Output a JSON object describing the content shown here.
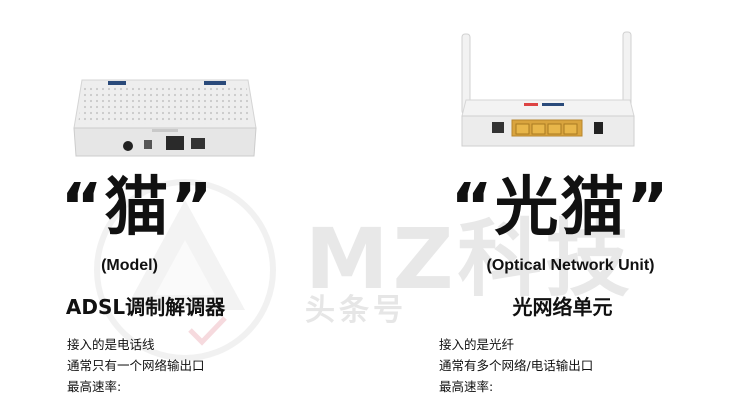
{
  "left": {
    "title": "“猫”",
    "subtitle": "(Model)",
    "cn_name": "ADSL调制解调器",
    "facts": [
      "接入的是电话线",
      "通常只有一个网络输出口",
      "最高速率:"
    ]
  },
  "right": {
    "title": "“光猫”",
    "subtitle": "(Optical Network Unit)",
    "cn_name": "光网络单元",
    "facts": [
      "接入的是光纤",
      "通常有多个网络/电话输出口",
      "最高速率:"
    ]
  },
  "watermark": {
    "main": "MZ科技",
    "sub": "头条号"
  },
  "colors": {
    "text": "#111111",
    "device_body": "#eeeeee",
    "lan_ports": "#e8b64a",
    "watermark": "#bebebe"
  }
}
